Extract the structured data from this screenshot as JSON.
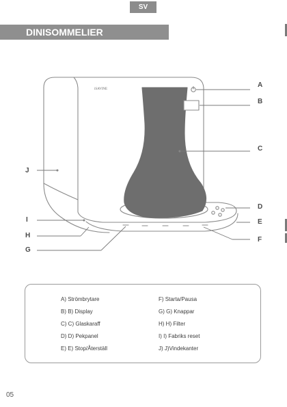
{
  "header": {
    "lang_badge": "SV",
    "title": "DINISOMMELIER"
  },
  "diagram": {
    "brand": "iSAVINE",
    "callouts": {
      "a": "A",
      "b": "B",
      "c": "C",
      "d": "D",
      "e": "E",
      "f": "F",
      "g": "G",
      "h": "H",
      "i": "I",
      "j": "J"
    }
  },
  "legend": {
    "left": [
      "A) Strömbrytare",
      "B) B) Display",
      "C) C) Glaskaraff",
      "D) D) Pekpanel",
      "E) E) Stop/Återställ"
    ],
    "right": [
      "F) Starta/Pausa",
      "G) G) Knappar",
      "H) H) Filter",
      "I) I) Fabriks reset",
      "J) J)Vindekanter"
    ]
  },
  "footer": {
    "page_number": "05"
  }
}
